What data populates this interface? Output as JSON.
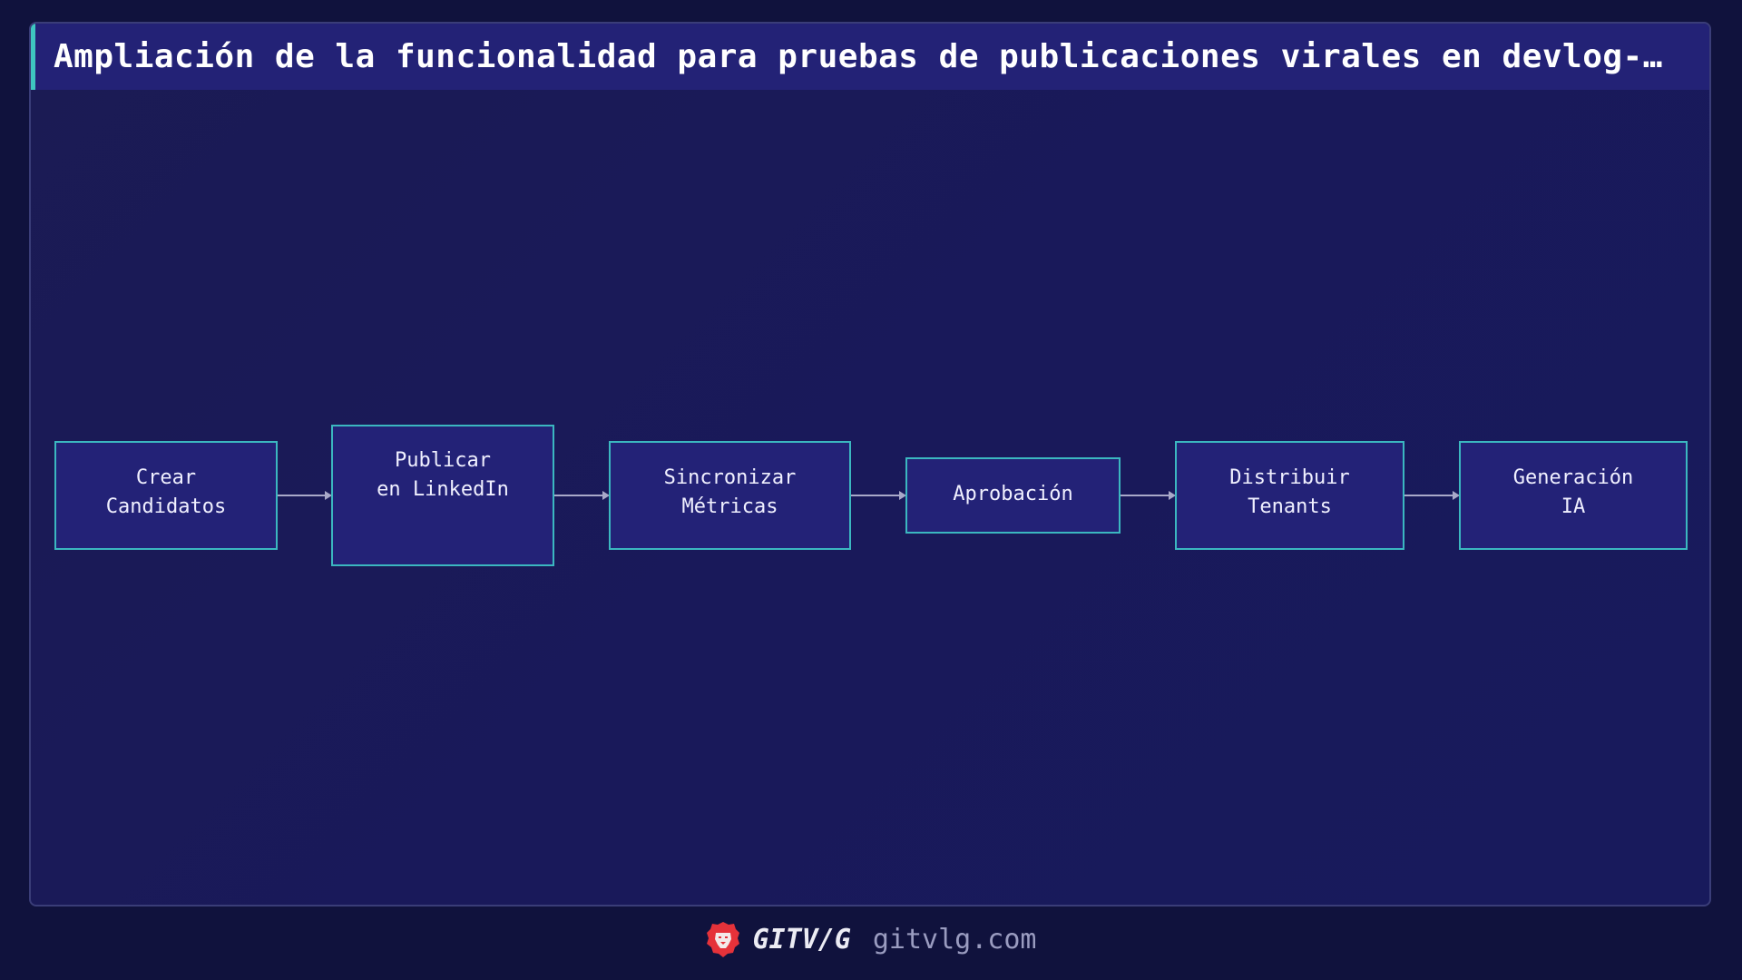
{
  "header": {
    "title": "Ampliación de la funcionalidad para pruebas de publicaciones virales en devlog-…"
  },
  "diagram": {
    "type": "flowchart",
    "direction": "left-to-right",
    "nodes": [
      {
        "id": "n1",
        "label": "Crear\nCandidatos"
      },
      {
        "id": "n2",
        "label": "Publicar\nen LinkedIn"
      },
      {
        "id": "n3",
        "label": "Sincronizar\nMétricas"
      },
      {
        "id": "n4",
        "label": "Aprobación"
      },
      {
        "id": "n5",
        "label": "Distribuir\nTenants"
      },
      {
        "id": "n6",
        "label": "Generación\nIA"
      }
    ],
    "edges": [
      {
        "from": "n1",
        "to": "n2"
      },
      {
        "from": "n2",
        "to": "n3"
      },
      {
        "from": "n3",
        "to": "n4"
      },
      {
        "from": "n4",
        "to": "n5"
      },
      {
        "from": "n5",
        "to": "n6"
      }
    ],
    "colors": {
      "node_fill": "#232277",
      "node_border": "#3bb7c0",
      "edge": "#a9a9c9",
      "accent": "#3ec6c0"
    }
  },
  "footer": {
    "logo_icon": "lion-icon",
    "brand": "GITV/G",
    "domain": "gitvlg.com",
    "logo_color": "#e5323a"
  }
}
